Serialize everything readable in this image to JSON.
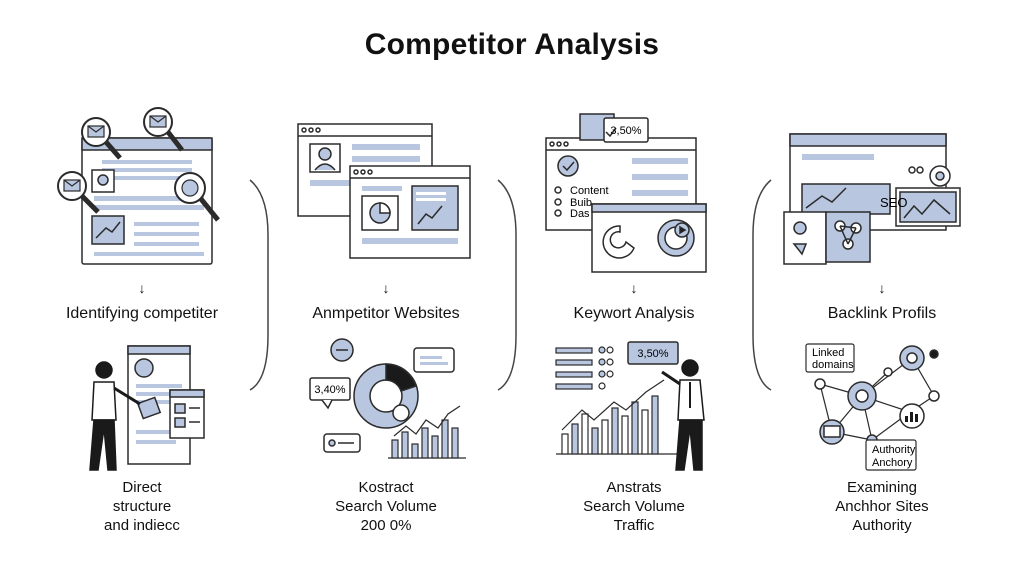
{
  "title": "Competitor Analysis",
  "arrow": "↓",
  "colors": {
    "accent": "#b8c6e0",
    "accent_dark": "#8fa2c8",
    "stroke": "#2b2b2b"
  },
  "columns": [
    {
      "heading": "Identifying competiter",
      "caption": [
        "Direct",
        "structure",
        "and indiecc"
      ]
    },
    {
      "heading": "Anmpetitor Websites",
      "caption": [
        "Kostract",
        "Search Volume",
        "200 0%"
      ],
      "badge": "3,40%"
    },
    {
      "heading": "Keywort Analysis",
      "caption": [
        "Anstrats",
        "Search Volume",
        "Traffic"
      ],
      "top_badge": "3,50%",
      "list": [
        "Content",
        "Buib",
        "Das"
      ],
      "badge": "3,50%"
    },
    {
      "heading": "Backlink Profils",
      "caption": [
        "Examining",
        "Anchhor Sites",
        "Authority"
      ],
      "seo": "SEO",
      "label_linked": [
        "Linked",
        "domains"
      ],
      "label_authority": [
        "Authority",
        "Anchory"
      ]
    }
  ]
}
